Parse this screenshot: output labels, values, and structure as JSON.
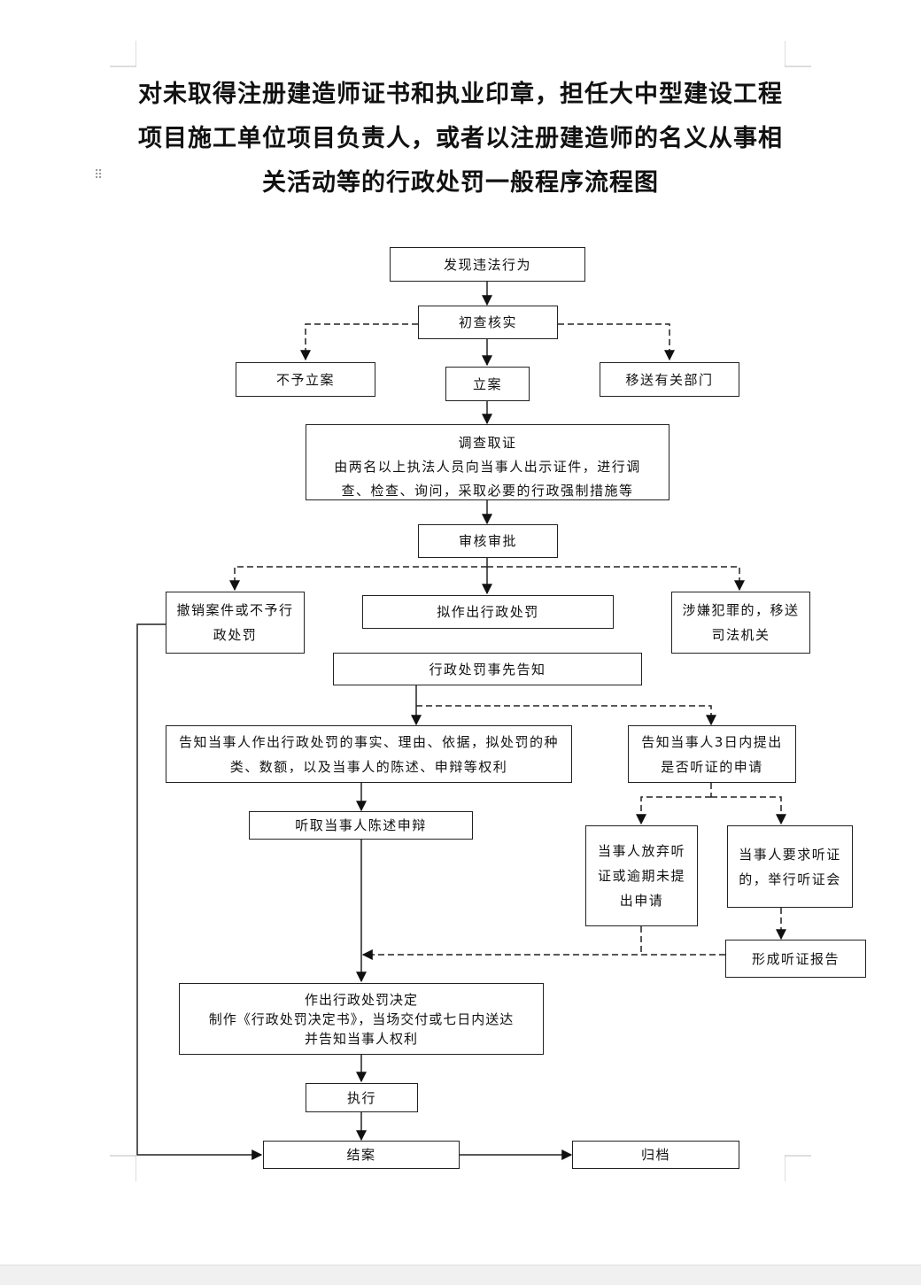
{
  "title_lines": [
    "对未取得注册建造师证书和执业印章，担任大中型建设工程",
    "项目施工单位项目负责人，或者以注册建造师的名义从事相",
    "关活动等的行政处罚一般程序流程图"
  ],
  "nodes": {
    "discover": "发现违法行为",
    "preliminary": "初查核实",
    "no_case": "不予立案",
    "file_case": "立案",
    "transfer_dept": "移送有关部门",
    "investigate": {
      "title": "调查取证",
      "desc": "由两名以上执法人员向当事人出示证件，进行调查、检查、询问，采取必要的行政强制措施等"
    },
    "review": "审核审批",
    "revoke": "撤销案件或不予行政处罚",
    "propose": "拟作出行政处罚",
    "crime_transfer": "涉嫌犯罪的，移送司法机关",
    "prior_notice": "行政处罚事先告知",
    "notify_rights": "告知当事人作出行政处罚的事实、理由、依据，拟处罚的种类、数额，以及当事人的陈述、申辩等权利",
    "notify_hearing": "告知当事人3日内提出是否听证的申请",
    "hear_statement": "听取当事人陈述申辩",
    "waive_hearing": "当事人放弃听证或逾期未提出申请",
    "request_hearing": "当事人要求听证的，举行听证会",
    "hearing_report": "形成听证报告",
    "decision": {
      "line1": "作出行政处罚决定",
      "line2": "制作《行政处罚决定书》，当场交付或七日内送达",
      "line3": "并告知当事人权利"
    },
    "execute": "执行",
    "close_case": "结案",
    "archive": "归档"
  }
}
